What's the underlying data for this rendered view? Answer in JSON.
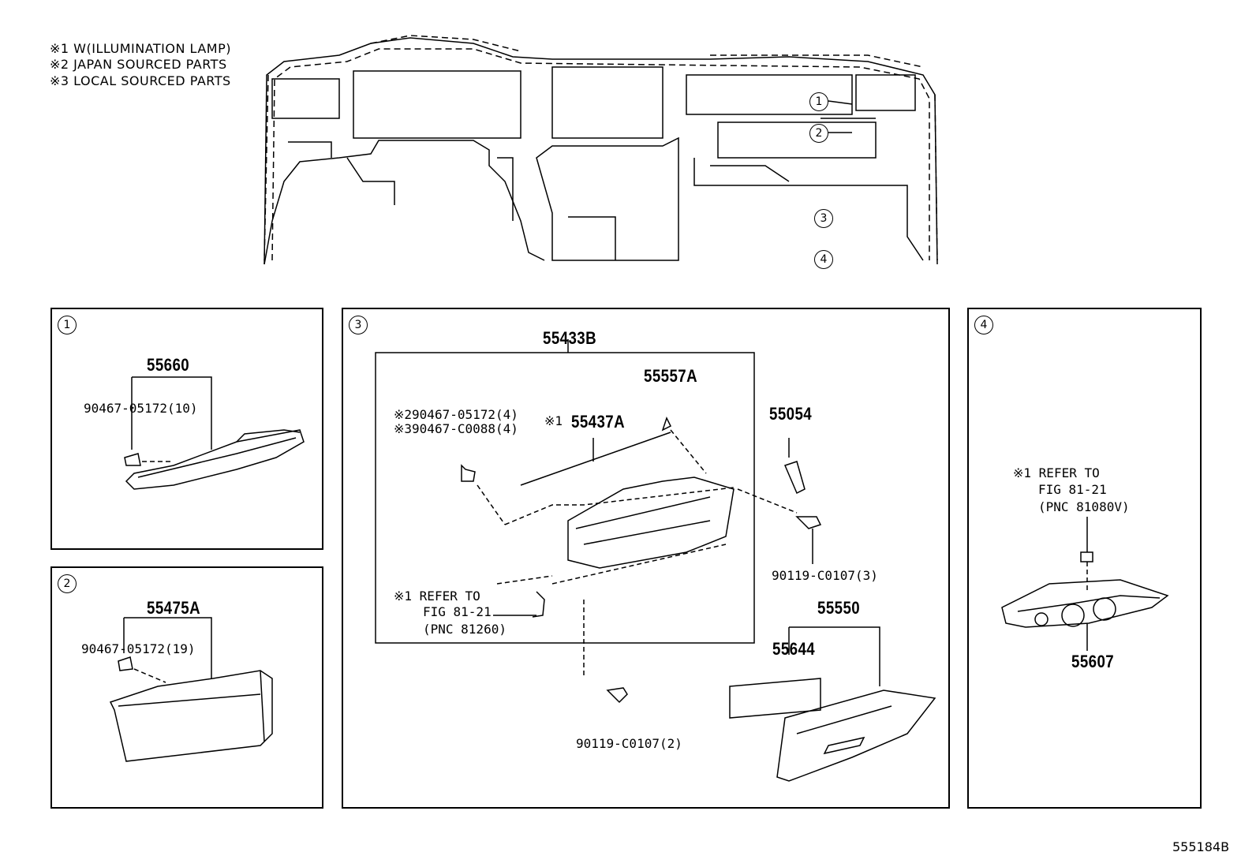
{
  "legend": [
    "※1 W(ILLUMINATION LAMP)",
    "※2 JAPAN SOURCED PARTS",
    "※3 LOCAL SOURCED PARTS"
  ],
  "callouts": [
    "1",
    "2",
    "3",
    "4"
  ],
  "panel1": {
    "number": "1",
    "part_main": "55660",
    "part_clip": "90467-05172(10)"
  },
  "panel2": {
    "number": "2",
    "part_main": "55475A",
    "part_clip": "90467-05172(19)"
  },
  "panel3": {
    "number": "3",
    "group": "55433B",
    "part_55557a": "55557A",
    "part_55437a": "55437A",
    "note1": "※1",
    "clip_jp": "※290467-05172(4)",
    "clip_local": "※390467-C0088(4)",
    "refer_line1": "※1 REFER TO",
    "refer_line2": "FIG 81-21",
    "refer_line3": "(PNC 81260)",
    "part_55054": "55054",
    "bolt_3": "90119-C0107(3)",
    "bolt_2": "90119-C0107(2)",
    "part_55550": "55550",
    "part_55644": "55644"
  },
  "panel4": {
    "number": "4",
    "refer_line1": "※1 REFER TO",
    "refer_line2": "FIG 81-21",
    "refer_line3": "(PNC 81080V)",
    "part_main": "55607"
  },
  "diagram_id": "555184B"
}
